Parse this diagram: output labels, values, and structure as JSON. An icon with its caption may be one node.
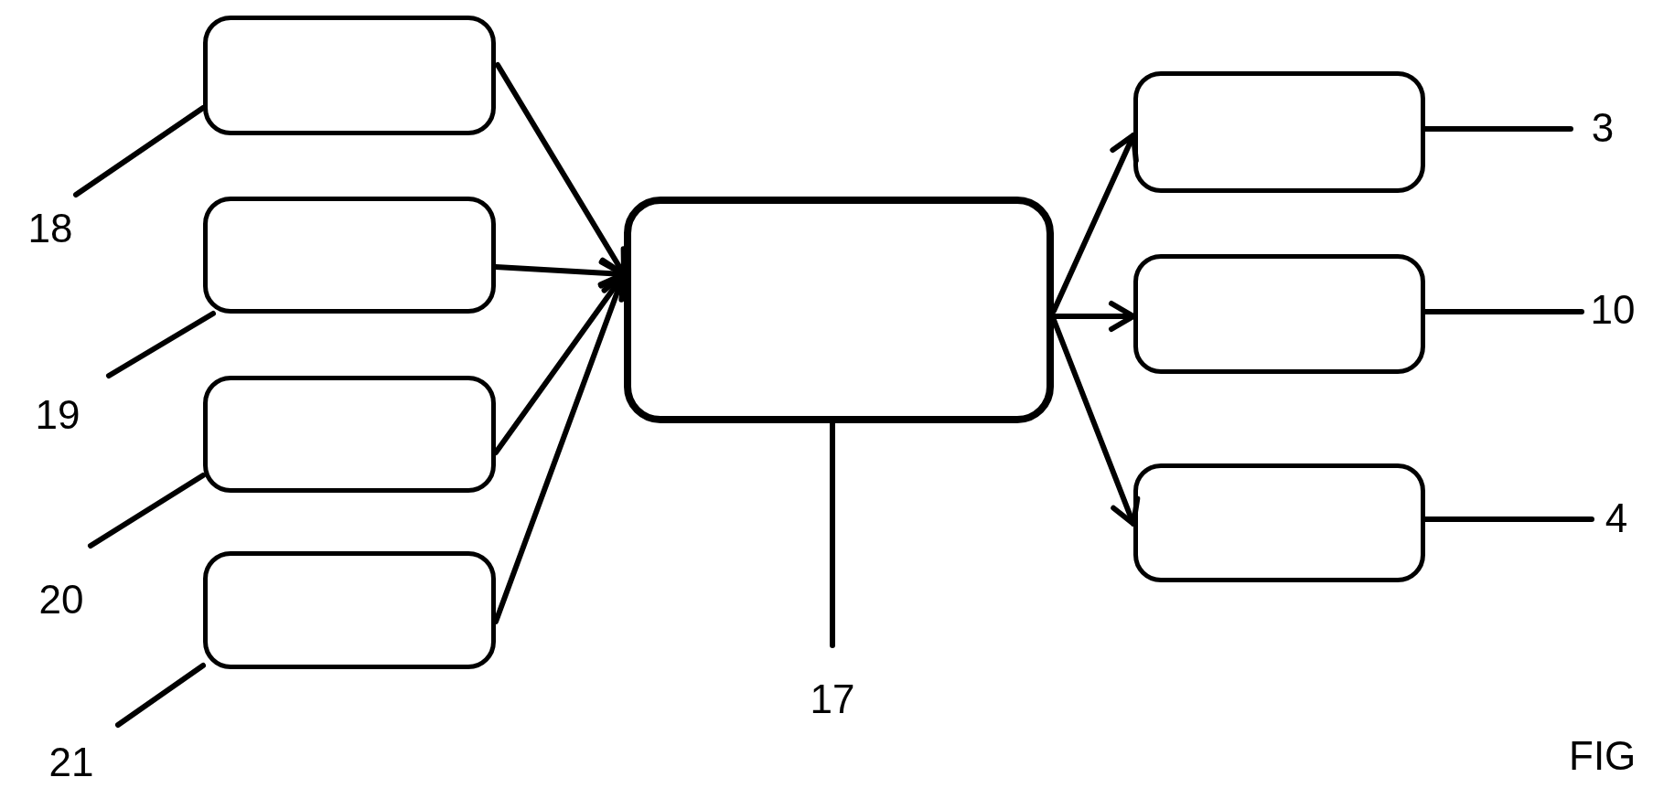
{
  "diagram": {
    "nodes": [
      {
        "text": [],
        "shape": "box"
      },
      {
        "text": [],
        "shape": "box"
      },
      {
        "text": [],
        "shape": "box"
      },
      {
        "text": [],
        "shape": "box"
      },
      {
        "text": [],
        "shape": "box"
      },
      {
        "text": [],
        "shape": "box"
      },
      {
        "text": [],
        "shape": "box"
      },
      {
        "text": [],
        "shape": "box"
      },
      {
        "text": [
          "18"
        ]
      },
      {
        "text": [
          "19"
        ]
      },
      {
        "text": [
          "20"
        ]
      },
      {
        "text": [
          "21"
        ]
      },
      {
        "text": [
          "17"
        ]
      },
      {
        "text": [
          "3"
        ]
      },
      {
        "text": [
          "10"
        ]
      },
      {
        "text": [
          "4"
        ]
      }
    ],
    "edges": [
      {
        "from": 0,
        "to": 4,
        "arrow": "to"
      },
      {
        "from": 1,
        "to": 4,
        "arrow": "to"
      },
      {
        "from": 2,
        "to": 4,
        "arrow": "to"
      },
      {
        "from": 3,
        "to": 4,
        "arrow": "to"
      },
      {
        "from": 4,
        "to": 5,
        "arrow": "to"
      },
      {
        "from": 4,
        "to": 6,
        "arrow": "to"
      },
      {
        "from": 4,
        "to": 7,
        "arrow": "to"
      },
      {
        "from": 8,
        "to": 0,
        "arrow": "none"
      },
      {
        "from": 9,
        "to": 1,
        "arrow": "none"
      },
      {
        "from": 10,
        "to": 2,
        "arrow": "none"
      },
      {
        "from": 11,
        "to": 3,
        "arrow": "none"
      },
      {
        "from": 12,
        "to": 4,
        "arrow": "none"
      },
      {
        "from": 13,
        "to": 5,
        "arrow": "none"
      },
      {
        "from": 14,
        "to": 6,
        "arrow": "none"
      },
      {
        "from": 15,
        "to": 7,
        "arrow": "none"
      }
    ],
    "labels": [
      "FIG"
    ]
  }
}
